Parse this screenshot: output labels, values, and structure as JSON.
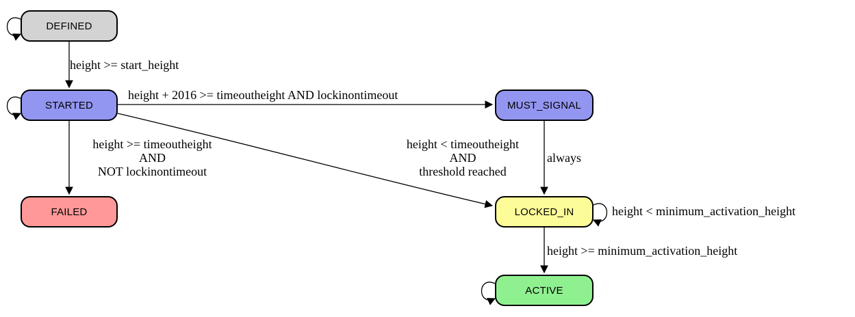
{
  "diagram": {
    "background": "#ffffff",
    "nodes": {
      "defined": {
        "label": "DEFINED",
        "fill": "#d3d3d3"
      },
      "started": {
        "label": "STARTED",
        "fill": "#9396f0"
      },
      "must_signal": {
        "label": "MUST_SIGNAL",
        "fill": "#9396f0"
      },
      "failed": {
        "label": "FAILED",
        "fill": "#ff9898"
      },
      "locked_in": {
        "label": "LOCKED_IN",
        "fill": "#fcfc99"
      },
      "active": {
        "label": "ACTIVE",
        "fill": "#8ff08f"
      }
    },
    "edges": {
      "defined_to_started": {
        "label": "height >= start_height"
      },
      "started_to_must_signal": {
        "label": "height + 2016 >= timeoutheight AND lockinontimeout"
      },
      "started_to_failed": {
        "label": "height >= timeoutheight\nAND\nNOT lockinontimeout"
      },
      "started_to_locked_in": {
        "label": "height < timeoutheight\nAND\nthreshold reached"
      },
      "must_signal_to_locked_in": {
        "label": "always"
      },
      "locked_in_self": {
        "label": "height < minimum_activation_height"
      },
      "locked_in_to_active": {
        "label": "height >= minimum_activation_height"
      }
    }
  }
}
